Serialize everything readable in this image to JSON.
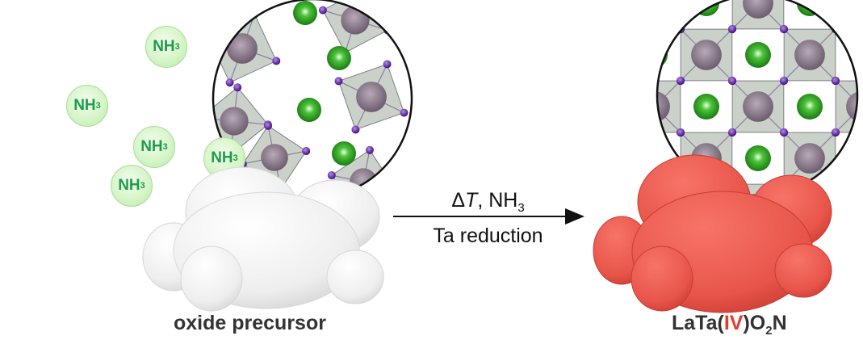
{
  "molecules": {
    "formula": "NH",
    "subscript": "3",
    "count": 5
  },
  "arrow": {
    "top_label_prefix": "Δ",
    "top_label_T": "T",
    "top_label_rest": ", NH",
    "top_label_sub": "3",
    "bottom_label": "Ta reduction"
  },
  "left": {
    "label": "oxide precursor"
  },
  "right": {
    "label_a": "LaTa(",
    "label_ox": "IV",
    "label_b": ")O",
    "label_sub": "2",
    "label_c": "N"
  },
  "colors": {
    "nh3_text": "#1d9c4a",
    "la_atom": "#2e9a22",
    "o_atom": "#5a1fa0",
    "ta_atom": "#8a7a8c",
    "octahedron": "#c4ccc2",
    "product": "#e8554a",
    "oxidation_state": "#e53b2f"
  }
}
